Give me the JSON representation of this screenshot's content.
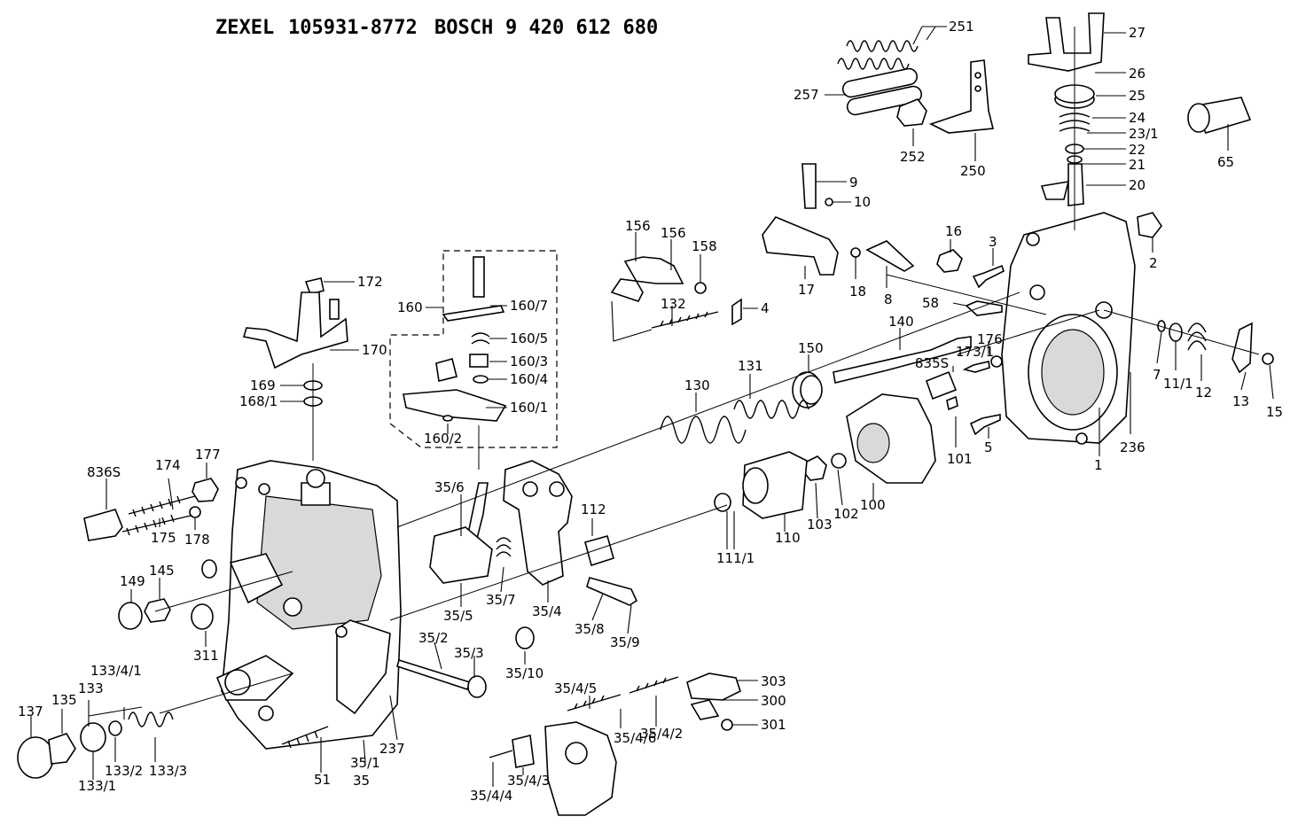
{
  "header": {
    "brand1": "ZEXEL",
    "part1": "105931-8772",
    "brand2": "BOSCH",
    "part2": "9 420 612 680"
  },
  "labels": {
    "l251": "251",
    "l257": "257",
    "l252": "252",
    "l250": "250",
    "l27": "27",
    "l26": "26",
    "l25": "25",
    "l24": "24",
    "l23_1": "23/1",
    "l22": "22",
    "l21": "21",
    "l20": "20",
    "l65": "65",
    "l9": "9",
    "l10": "10",
    "l17": "17",
    "l18": "18",
    "l8": "8",
    "l16": "16",
    "l3": "3",
    "l2": "2",
    "l58": "58",
    "l156a": "156",
    "l156b": "156",
    "l158": "158",
    "l132": "132",
    "l4": "4",
    "l140": "140",
    "l150": "150",
    "l176": "176",
    "l835s_r": "835S",
    "l173_1": "173/1",
    "l101": "101",
    "l5": "5",
    "l1": "1",
    "l236": "236",
    "l7": "7",
    "l11_1": "11/1",
    "l12": "12",
    "l13": "13",
    "l15": "15",
    "l172": "172",
    "l170": "170",
    "l169": "169",
    "l168_1": "168/1",
    "l160": "160",
    "l160_7": "160/7",
    "l160_5": "160/5",
    "l160_3": "160/3",
    "l160_4": "160/4",
    "l160_1": "160/1",
    "l160_2": "160/2",
    "l130": "130",
    "l131": "131",
    "l110": "110",
    "l111_1": "111/1",
    "l103": "103",
    "l102": "102",
    "l100": "100",
    "l112": "112",
    "l836s": "836S",
    "l174": "174",
    "l177": "177",
    "l175": "175",
    "l178": "178",
    "l149": "149",
    "l145": "145",
    "l311": "311",
    "l35_6": "35/6",
    "l35_5": "35/5",
    "l35_7": "35/7",
    "l35_4": "35/4",
    "l35_8": "35/8",
    "l35_9": "35/9",
    "l35_10": "35/10",
    "l35_2": "35/2",
    "l35_3": "35/3",
    "l35_1": "35/1",
    "l35": "35",
    "l237": "237",
    "l51": "51",
    "l133_4_1": "133/4/1",
    "l133": "133",
    "l135": "135",
    "l137": "137",
    "l133_1": "133/1",
    "l133_2": "133/2",
    "l133_3": "133/3",
    "l35_4_5": "35/4/5",
    "l35_4_6": "35/4/6",
    "l35_4_2": "35/4/2",
    "l35_4_3": "35/4/3",
    "l35_4_4": "35/4/4",
    "l303": "303",
    "l300": "300",
    "l301": "301"
  }
}
